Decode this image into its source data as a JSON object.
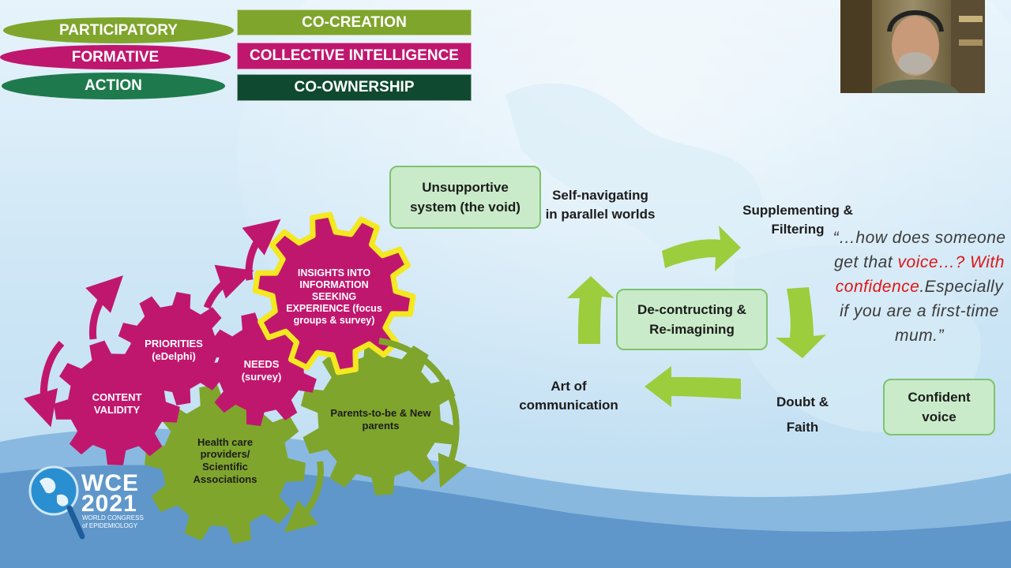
{
  "top_labels": {
    "participatory": "PARTICIPATORY",
    "formative": "FORMATIVE",
    "action": "ACTION",
    "co_creation": "CO-CREATION",
    "collective_intelligence": "COLLECTIVE INTELLIGENCE",
    "co_ownership": "CO-OWNERSHIP"
  },
  "gears": {
    "content_validity": "CONTENT VALIDITY",
    "priorities": "PRIORITIES (eDelphi)",
    "needs": "NEEDS (survey)",
    "insights": "INSIGHTS INTO INFORMATION SEEKING EXPERIENCE (focus groups & survey)",
    "health_care": "Health care providers/ Scientific Associations",
    "parents": "Parents-to-be & New parents"
  },
  "cycle": {
    "unsupportive": "Unsupportive system (the void)",
    "self_navigating": "Self-navigating in parallel worlds",
    "supplementing": "Supplementing & Filtering",
    "center": "De-contructing & Re-imagining",
    "art": "Art of communication",
    "doubt": "Doubt & Faith",
    "confident": "Confident voice"
  },
  "quote": {
    "part1": "“…how does someone get that ",
    "part2_red": "voice…? With confidence",
    "part3": ".Especially if you are a first-time mum.”"
  },
  "logo": {
    "wce": "WCE",
    "year": "2021",
    "line1": "WORLD CONGRESS",
    "line2": "of EPIDEMIOLOGY"
  },
  "colors": {
    "green": "#7fa52c",
    "magenta": "#c0176e",
    "dark_green": "#1e7a4c",
    "deep_green": "#0f4a30",
    "arrow_green": "#9ccd3c",
    "yellow": "#f4e820"
  }
}
